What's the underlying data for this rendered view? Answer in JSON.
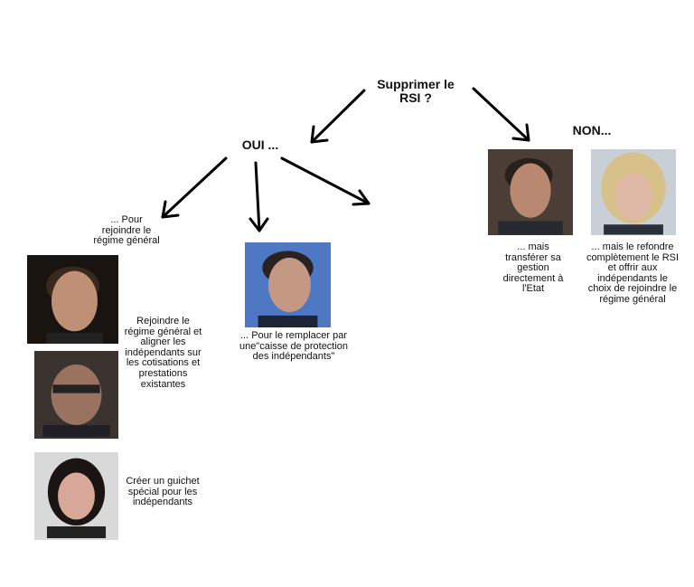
{
  "question": "Supprimer le RSI ?",
  "yes_label": "OUI ...",
  "no_label": "NON...",
  "yes_branches": {
    "rejoin": "... Pour rejoindre le régime général",
    "align": "Rejoindre le régime général et aligner les indépendants sur les cotisations et prestations existantes",
    "guichet": "Créer un guichet spécial pour les indépendants",
    "caisse": "... Pour le remplacer par une\"caisse de protection des indépendants\""
  },
  "no_branches": {
    "etat": "... mais transférer sa gestion directement à l'Etat",
    "refondre": "... mais le refondre complètement le RSI et offrir aux indépendants le choix de rejoindre le régime général"
  },
  "colors": {
    "arrow": "#000000",
    "text": "#111111"
  }
}
